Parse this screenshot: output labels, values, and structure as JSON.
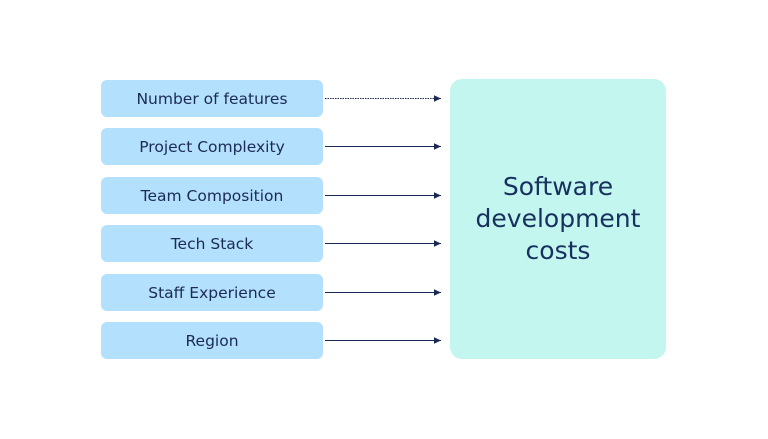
{
  "factors": [
    {
      "label": "Number of features"
    },
    {
      "label": "Project Complexity"
    },
    {
      "label": "Team Composition"
    },
    {
      "label": "Tech Stack"
    },
    {
      "label": "Staff Experience"
    },
    {
      "label": "Region"
    }
  ],
  "target": {
    "label": "Software\ndevelopment\ncosts"
  },
  "colors": {
    "factor_fill": "#b3e0fd",
    "target_fill": "#c2f6ef",
    "text": "#1b2a55",
    "arrow": "#1b2a55"
  }
}
